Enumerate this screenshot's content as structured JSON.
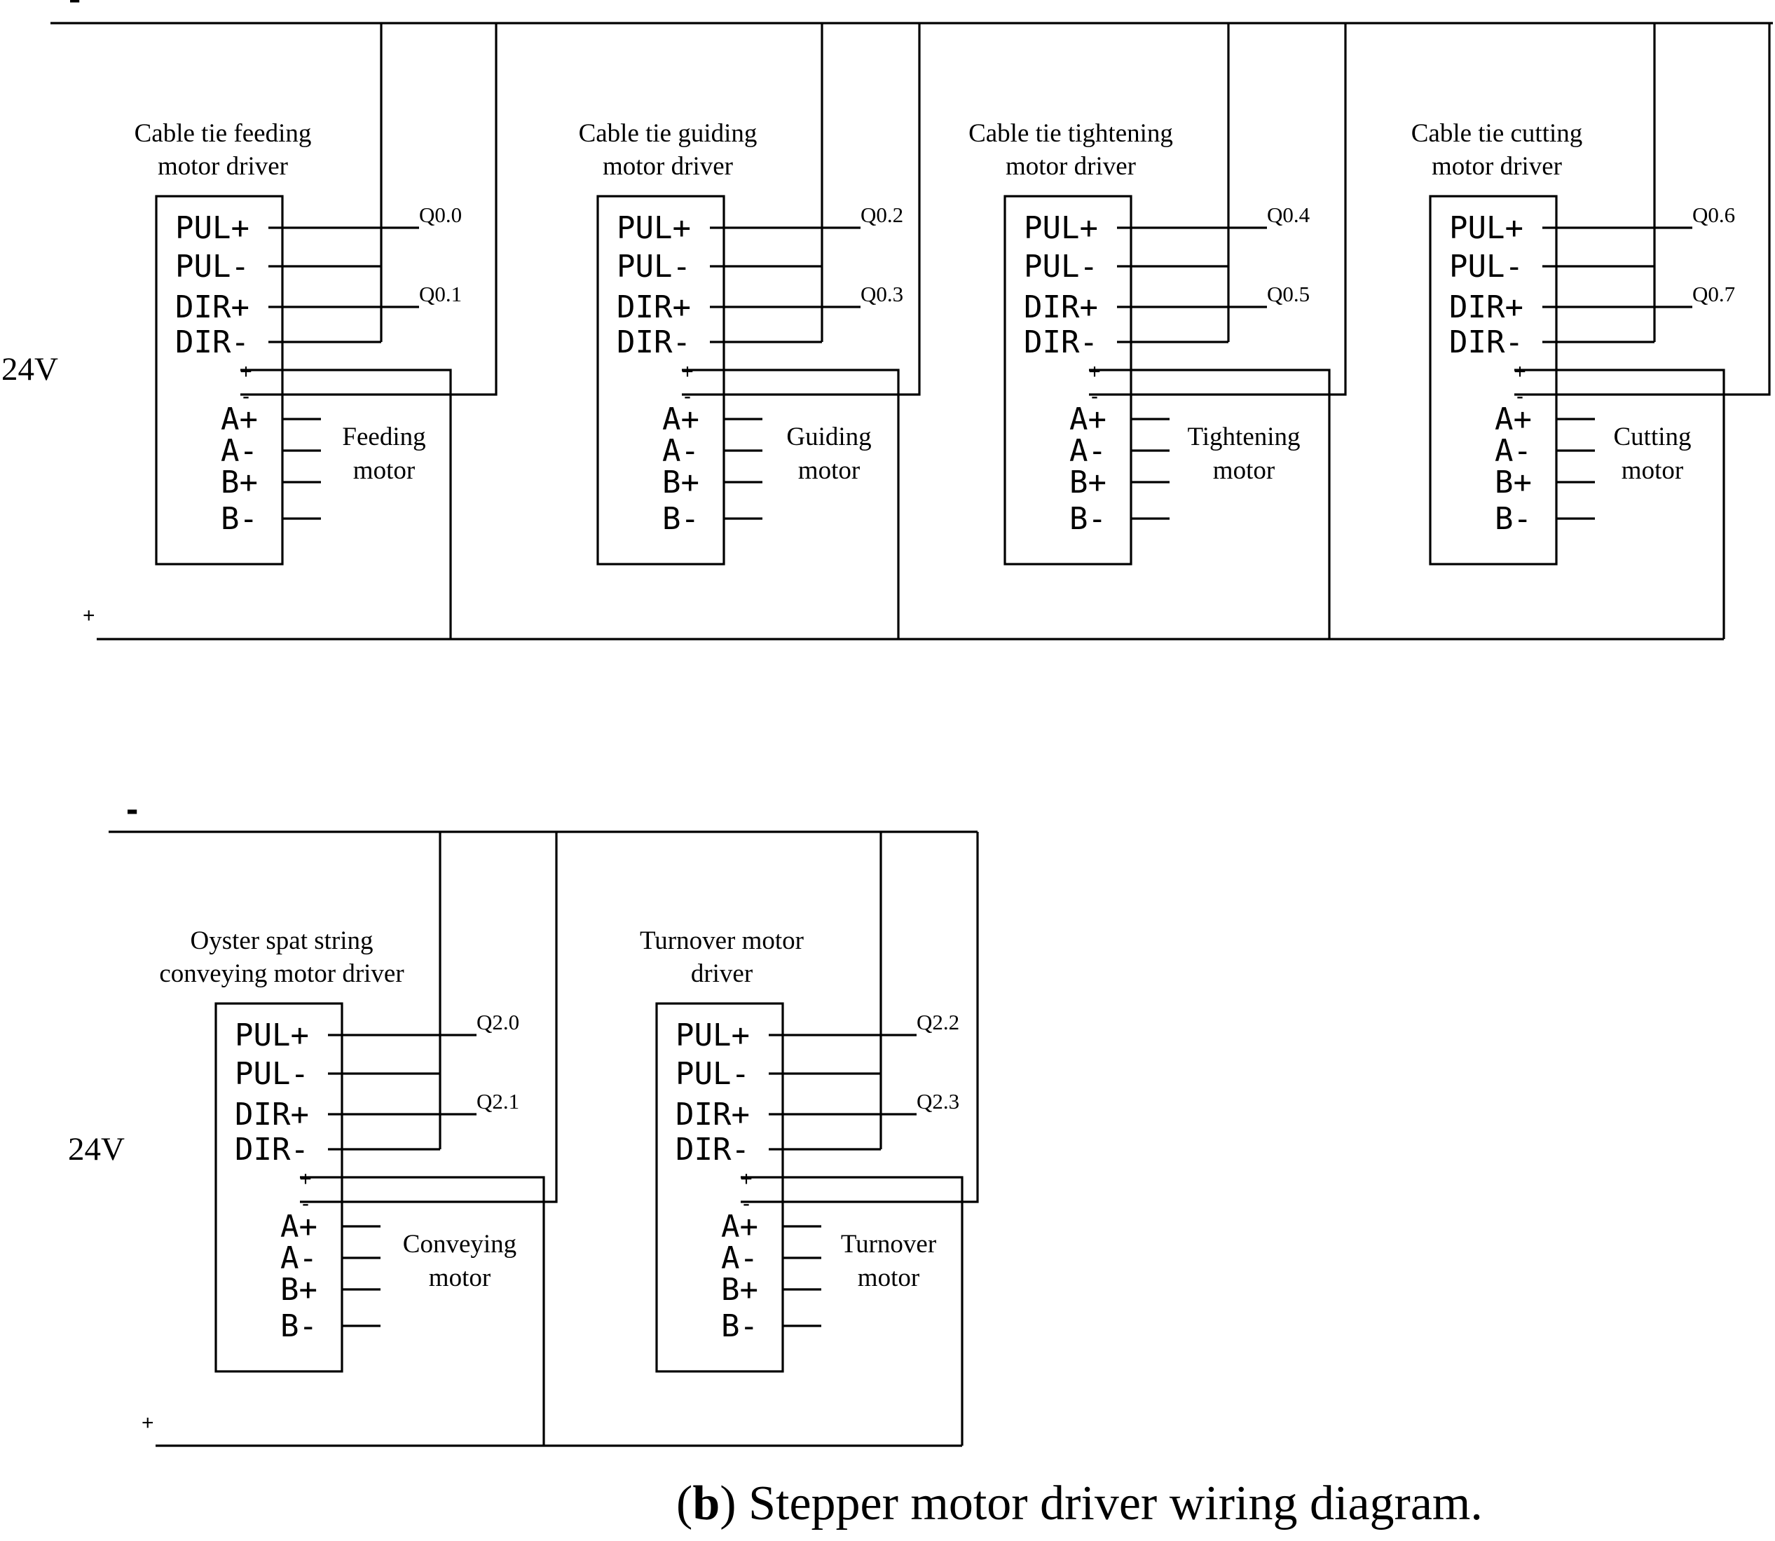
{
  "caption": {
    "label": "b",
    "open": "(",
    "close": ")",
    "text": " Stepper motor driver wiring diagram."
  },
  "rows": [
    {
      "supply_voltage": "24V",
      "negative_symbol": "-",
      "positive_symbol": "+",
      "drivers": [
        {
          "id": "feeding",
          "driver_label": [
            "Cable tie feeding",
            "motor driver"
          ],
          "motor_label": [
            "Feeding",
            "motor"
          ],
          "outputs": [
            "Q0.0",
            "Q0.1"
          ]
        },
        {
          "id": "guiding",
          "driver_label": [
            "Cable tie guiding",
            "motor driver"
          ],
          "motor_label": [
            "Guiding",
            "motor"
          ],
          "outputs": [
            "Q0.2",
            "Q0.3"
          ]
        },
        {
          "id": "tightening",
          "driver_label": [
            "Cable tie tightening",
            "motor driver"
          ],
          "motor_label": [
            "Tightening",
            "motor"
          ],
          "outputs": [
            "Q0.4",
            "Q0.5"
          ]
        },
        {
          "id": "cutting",
          "driver_label": [
            "Cable tie cutting",
            "motor driver"
          ],
          "motor_label": [
            "Cutting",
            "motor"
          ],
          "outputs": [
            "Q0.6",
            "Q0.7"
          ]
        }
      ]
    },
    {
      "supply_voltage": "24V",
      "negative_symbol": "-",
      "positive_symbol": "+",
      "drivers": [
        {
          "id": "conveying",
          "driver_label": [
            "Oyster spat string",
            "conveying motor driver"
          ],
          "motor_label": [
            "Conveying",
            "motor"
          ],
          "outputs": [
            "Q2.0",
            "Q2.1"
          ]
        },
        {
          "id": "turnover",
          "driver_label": [
            "Turnover motor",
            "driver"
          ],
          "motor_label": [
            "Turnover",
            "motor"
          ],
          "outputs": [
            "Q2.2",
            "Q2.3"
          ]
        }
      ]
    }
  ],
  "driver_pins": {
    "control": [
      "PUL+",
      "PUL-",
      "DIR+",
      "DIR-"
    ],
    "power": [
      "+",
      "-"
    ],
    "motor": [
      "A+",
      "A-",
      "B+",
      "B-"
    ]
  }
}
